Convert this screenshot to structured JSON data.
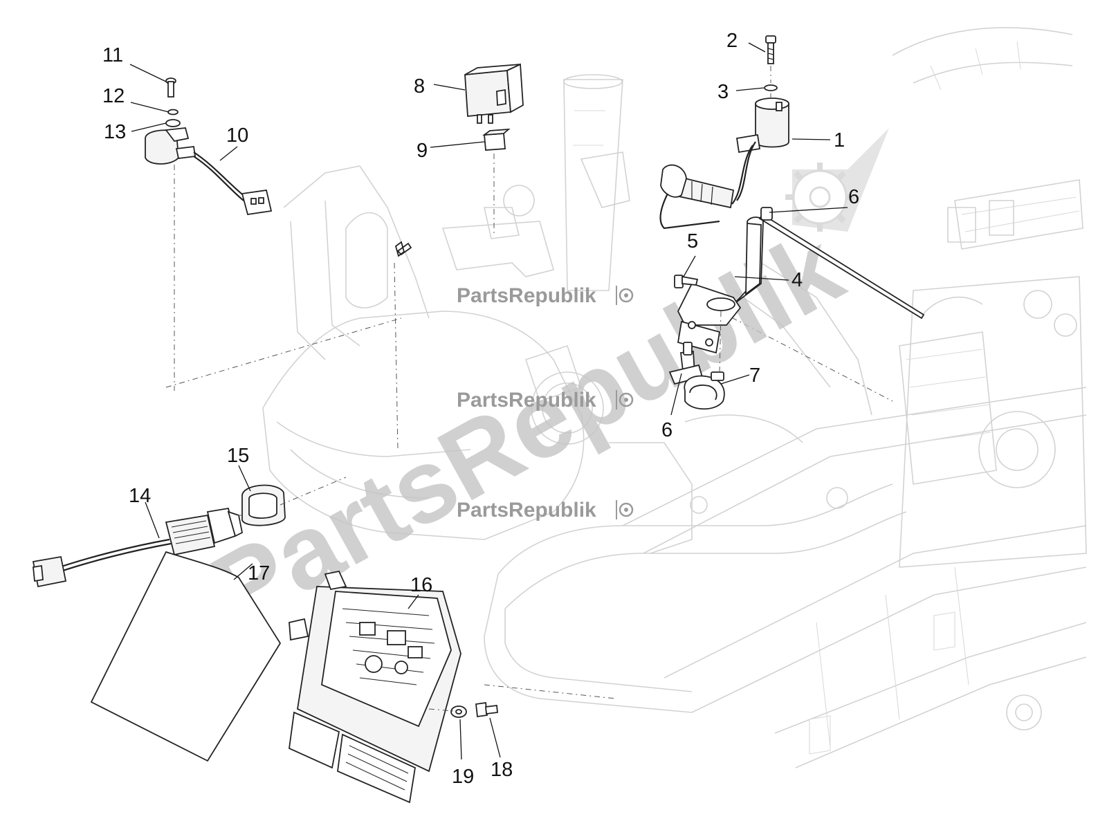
{
  "watermark": {
    "brand": "PartsRepublik",
    "small_marks": [
      "PartsRepublik",
      "PartsRepublik",
      "PartsRepublik"
    ],
    "big_text": "PartsRepublik"
  },
  "callouts": [
    "1",
    "2",
    "3",
    "4",
    "5",
    "6",
    "6",
    "7",
    "8",
    "9",
    "10",
    "11",
    "12",
    "13",
    "14",
    "15",
    "16",
    "17",
    "18",
    "19"
  ],
  "icons": {
    "watermark_logo": "gear-icon"
  }
}
